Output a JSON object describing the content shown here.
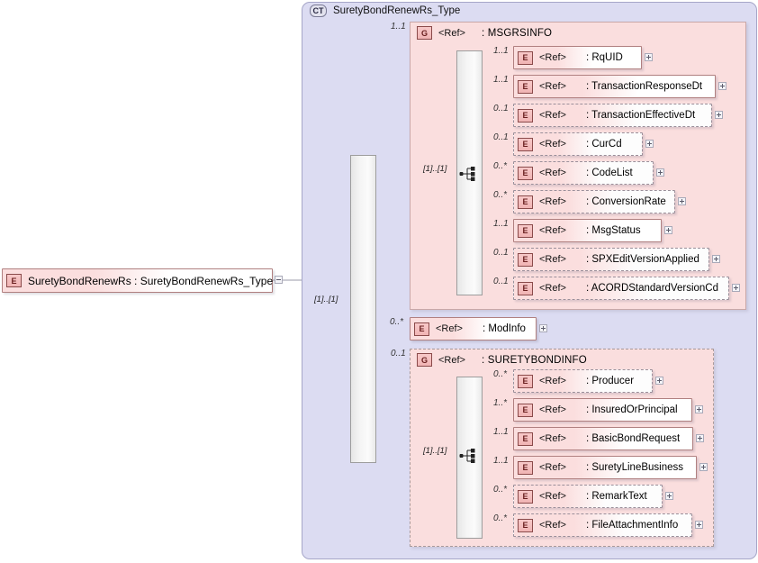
{
  "diagram": {
    "kind": "xsd-schema-diagram",
    "root_element": {
      "badge": "E",
      "label": "SuretyBondRenewRs  :  SuretyBondRenewRs_Type",
      "name": "SuretyBondRenewRs",
      "type": "SuretyBondRenewRs_Type",
      "expander": "minus"
    },
    "complex_type": {
      "badge": "CT",
      "title": "SuretyBondRenewRs_Type",
      "sequence_cardinality": "[1]..[1]",
      "compositor": "sequence"
    },
    "children": [
      {
        "kind": "group",
        "badge": "G",
        "ref": "<Ref>",
        "name": ": MSGRSINFO",
        "cardinality": "1..1",
        "optional": false,
        "sequence_cardinality": "[1]..[1]",
        "compositor": "sequence",
        "items": [
          {
            "badge": "E",
            "ref": "<Ref>",
            "name": ": RqUID",
            "cardinality": "1..1",
            "optional": false,
            "expander": "plus"
          },
          {
            "badge": "E",
            "ref": "<Ref>",
            "name": ": TransactionResponseDt",
            "cardinality": "1..1",
            "optional": false,
            "expander": "plus"
          },
          {
            "badge": "E",
            "ref": "<Ref>",
            "name": ": TransactionEffectiveDt",
            "cardinality": "0..1",
            "optional": true,
            "expander": "plus"
          },
          {
            "badge": "E",
            "ref": "<Ref>",
            "name": ": CurCd",
            "cardinality": "0..1",
            "optional": true,
            "expander": "plus"
          },
          {
            "badge": "E",
            "ref": "<Ref>",
            "name": ": CodeList",
            "cardinality": "0..*",
            "optional": true,
            "expander": "plus"
          },
          {
            "badge": "E",
            "ref": "<Ref>",
            "name": ": ConversionRate",
            "cardinality": "0..*",
            "optional": true,
            "expander": "plus"
          },
          {
            "badge": "E",
            "ref": "<Ref>",
            "name": ": MsgStatus",
            "cardinality": "1..1",
            "optional": false,
            "expander": "plus"
          },
          {
            "badge": "E",
            "ref": "<Ref>",
            "name": ": SPXEditVersionApplied",
            "cardinality": "0..1",
            "optional": true,
            "expander": "plus"
          },
          {
            "badge": "E",
            "ref": "<Ref>",
            "name": ": ACORDStandardVersionCd",
            "cardinality": "0..1",
            "optional": true,
            "expander": "plus"
          }
        ]
      },
      {
        "kind": "element",
        "badge": "E",
        "ref": "<Ref>",
        "name": ": ModInfo",
        "cardinality": "0..*",
        "optional": false,
        "expander": "plus"
      },
      {
        "kind": "group",
        "badge": "G",
        "ref": "<Ref>",
        "name": ": SURETYBONDINFO",
        "cardinality": "0..1",
        "optional": true,
        "sequence_cardinality": "[1]..[1]",
        "compositor": "sequence",
        "items": [
          {
            "badge": "E",
            "ref": "<Ref>",
            "name": ": Producer",
            "cardinality": "0..*",
            "optional": true,
            "expander": "plus"
          },
          {
            "badge": "E",
            "ref": "<Ref>",
            "name": ": InsuredOrPrincipal",
            "cardinality": "1..*",
            "optional": false,
            "expander": "plus"
          },
          {
            "badge": "E",
            "ref": "<Ref>",
            "name": ": BasicBondRequest",
            "cardinality": "1..1",
            "optional": false,
            "expander": "plus"
          },
          {
            "badge": "E",
            "ref": "<Ref>",
            "name": ": SuretyLineBusiness",
            "cardinality": "1..1",
            "optional": false,
            "expander": "plus"
          },
          {
            "badge": "E",
            "ref": "<Ref>",
            "name": ": RemarkText",
            "cardinality": "0..*",
            "optional": true,
            "expander": "plus"
          },
          {
            "badge": "E",
            "ref": "<Ref>",
            "name": ": FileAttachmentInfo",
            "cardinality": "0..*",
            "optional": true,
            "expander": "plus"
          }
        ]
      }
    ],
    "colors": {
      "complex_type_bg": "#dcdcf2",
      "group_bg": "#fadede",
      "element_bg": "#fbdede",
      "badge_border": "#8a4a4a",
      "page_bg": "#ffffff"
    }
  }
}
